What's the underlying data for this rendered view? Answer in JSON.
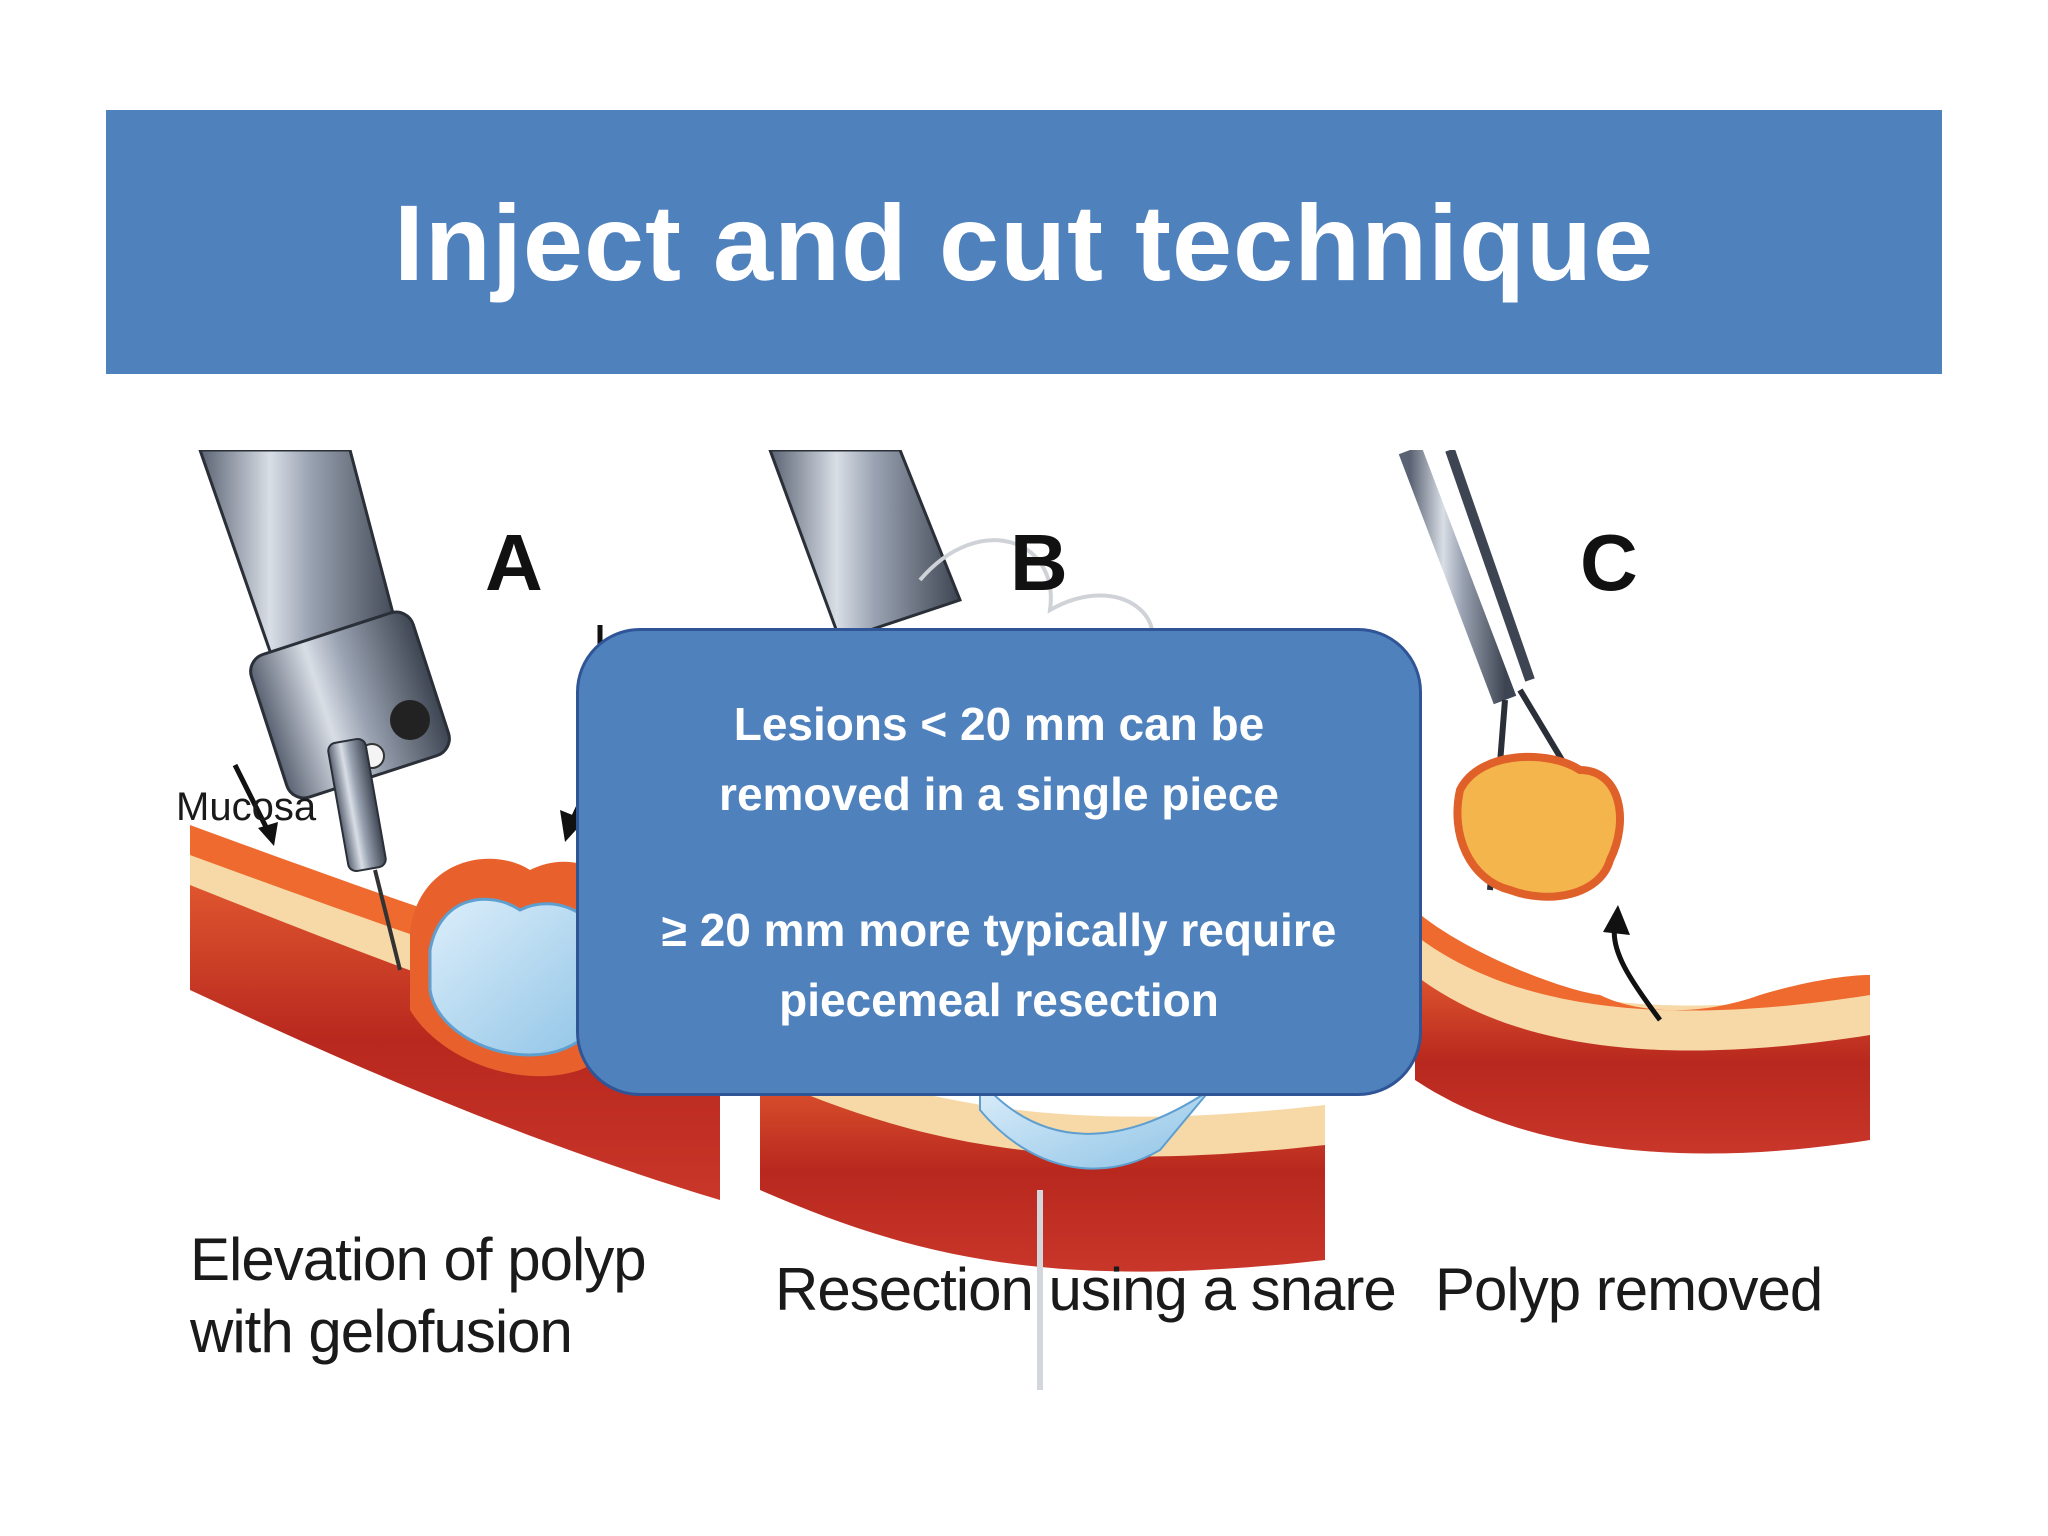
{
  "slide": {
    "title": "Inject and cut technique"
  },
  "illustration": {
    "panels": [
      {
        "letter": "A",
        "caption_lines": [
          "Elevation of polyp",
          "with gelofusion"
        ]
      },
      {
        "letter": "B",
        "caption_lines": [
          "Resection using a snare"
        ]
      },
      {
        "letter": "C",
        "caption_lines": [
          "Polyp removed"
        ]
      }
    ],
    "mucosa_label": "Mucosa"
  },
  "callout": {
    "line1": "Lesions < 20 mm can be",
    "line2": "removed in a single piece",
    "line3": "≥ 20 mm more typically require",
    "line4": "piecemeal resection"
  },
  "colors": {
    "title_bar": "#4f81bd",
    "callout_fill": "#4f81bd",
    "callout_border": "#2f5597",
    "text_light": "#ffffff"
  }
}
